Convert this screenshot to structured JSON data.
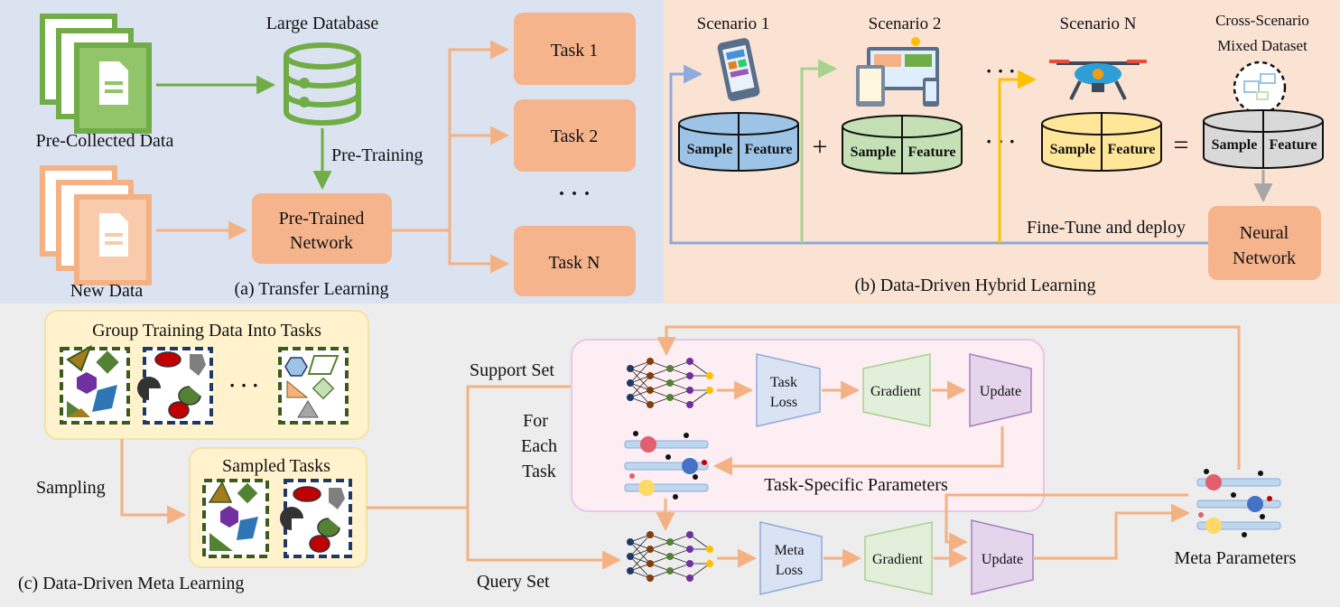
{
  "panel_a": {
    "caption": "(a) Transfer Learning",
    "large_database": "Large Database",
    "pre_collected": "Pre-Collected Data",
    "new_data": "New Data",
    "pre_training": "Pre-Training",
    "pretrained_line1": "Pre-Trained",
    "pretrained_line2": "Network",
    "tasks": [
      "Task 1",
      "Task 2",
      "Task N"
    ],
    "ellipsis": "· · ·"
  },
  "panel_b": {
    "caption": "(b) Data-Driven Hybrid Learning",
    "scenarios": [
      "Scenario 1",
      "Scenario 2",
      "Scenario N"
    ],
    "mixed_line1": "Cross-Scenario",
    "mixed_line2": "Mixed Dataset",
    "sample": "Sample",
    "feature": "Feature",
    "plus": "+",
    "equals": "=",
    "ellipsis": "· · ·",
    "fine_tune": "Fine-Tune and deploy",
    "nn_line1": "Neural",
    "nn_line2": "Network"
  },
  "panel_c": {
    "caption": "(c) Data-Driven Meta Learning",
    "group_title": "Group Training Data Into Tasks",
    "sampled_title": "Sampled Tasks",
    "sampling": "Sampling",
    "support_set": "Support Set",
    "query_set": "Query Set",
    "for_each_1": "For",
    "for_each_2": "Each",
    "for_each_3": "Task",
    "task_loss_1": "Task",
    "task_loss_2": "Loss",
    "meta_loss_1": "Meta",
    "meta_loss_2": "Loss",
    "gradient": "Gradient",
    "update": "Update",
    "task_specific": "Task-Specific Parameters",
    "meta_parameters": "Meta Parameters",
    "ellipsis": "· · ·"
  },
  "colors": {
    "panel_a_bg": "#dbe3f1",
    "panel_b_bg": "#fbe3d4",
    "panel_c_bg": "#ededed",
    "orange_box": "#f5b48c",
    "green_icon": "#70ad47",
    "orange_arrow": "#f4b183",
    "blue_disk": "#9dc3e6",
    "green_disk": "#c5e0b4",
    "yellow_disk": "#ffe699",
    "gray_disk": "#d9d9d9"
  }
}
